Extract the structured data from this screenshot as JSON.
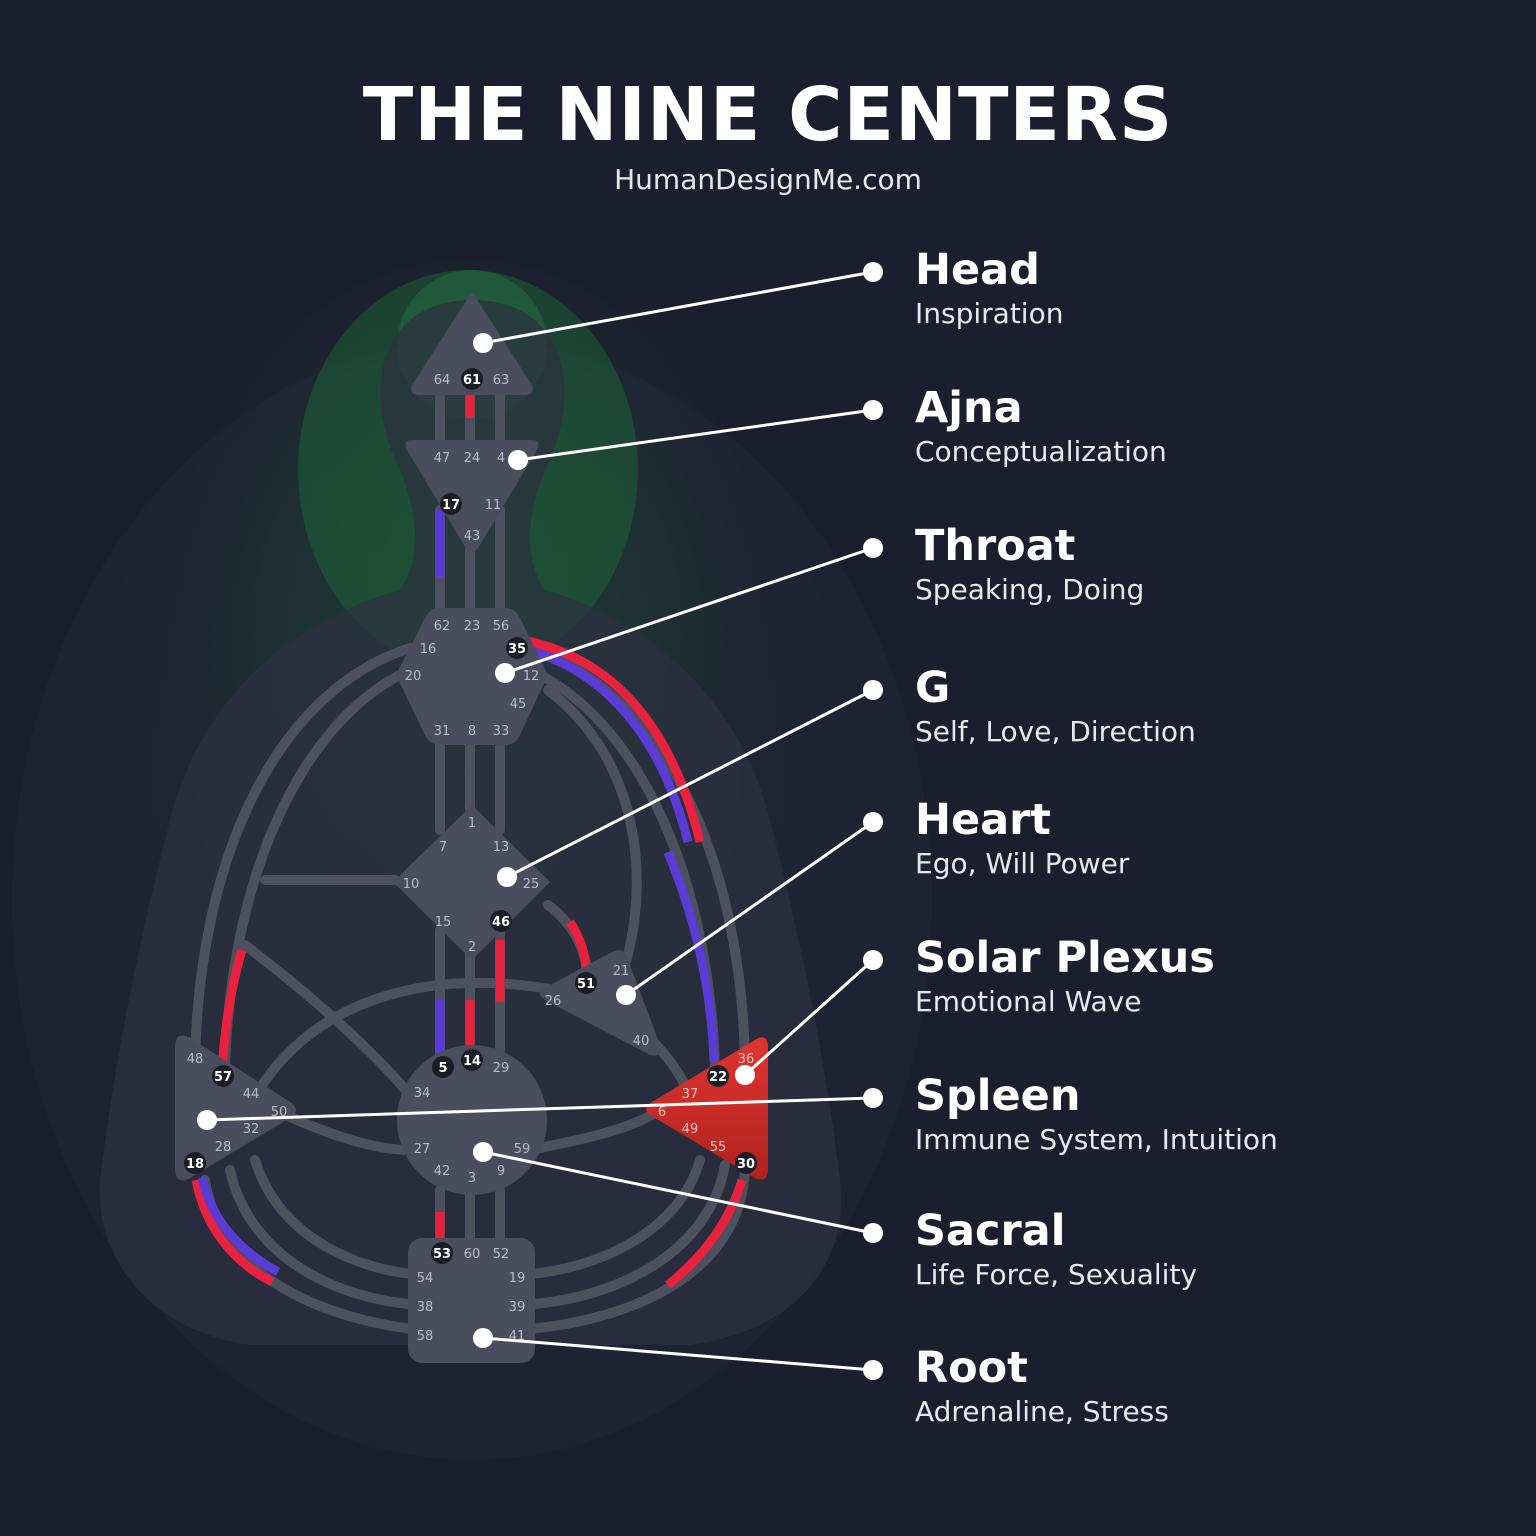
{
  "header": {
    "title": "THE NINE CENTERS",
    "subtitle": "HumanDesignMe.com"
  },
  "colors": {
    "background": "#1b1f2d",
    "center_fill": "#4a4d5c",
    "channel": "#4d505d",
    "red_activation": "#e8213f",
    "blue_activation": "#5b3bd6",
    "defined_center": "#d9302d",
    "aura": "#1f6b3a"
  },
  "centers": [
    {
      "name": "Head",
      "description": "Inspiration",
      "gates": [
        "64",
        "61",
        "63"
      ],
      "defined": false
    },
    {
      "name": "Ajna",
      "description": "Conceptualization",
      "gates": [
        "47",
        "24",
        "4",
        "17",
        "11",
        "43"
      ],
      "defined": false
    },
    {
      "name": "Throat",
      "description": "Speaking, Doing",
      "gates": [
        "62",
        "23",
        "56",
        "16",
        "35",
        "20",
        "12",
        "45",
        "31",
        "8",
        "33"
      ],
      "defined": false
    },
    {
      "name": "G",
      "description": "Self, Love, Direction",
      "gates": [
        "1",
        "7",
        "13",
        "10",
        "25",
        "15",
        "46",
        "2"
      ],
      "defined": false
    },
    {
      "name": "Heart",
      "description": "Ego, Will Power",
      "gates": [
        "21",
        "51",
        "26",
        "40"
      ],
      "defined": false
    },
    {
      "name": "Solar Plexus",
      "description": "Emotional Wave",
      "gates": [
        "36",
        "22",
        "37",
        "6",
        "49",
        "55",
        "30"
      ],
      "defined": true
    },
    {
      "name": "Spleen",
      "description": "Immune System, Intuition",
      "gates": [
        "48",
        "57",
        "44",
        "50",
        "32",
        "28",
        "18"
      ],
      "defined": false
    },
    {
      "name": "Sacral",
      "description": "Life Force, Sexuality",
      "gates": [
        "5",
        "14",
        "29",
        "34",
        "27",
        "59",
        "42",
        "3",
        "9"
      ],
      "defined": false
    },
    {
      "name": "Root",
      "description": "Adrenaline, Stress",
      "gates": [
        "53",
        "60",
        "52",
        "54",
        "19",
        "38",
        "39",
        "58",
        "41"
      ],
      "defined": false
    }
  ],
  "active_gates": [
    "61",
    "17",
    "35",
    "46",
    "51",
    "22",
    "30",
    "57",
    "18",
    "5",
    "14",
    "53"
  ]
}
